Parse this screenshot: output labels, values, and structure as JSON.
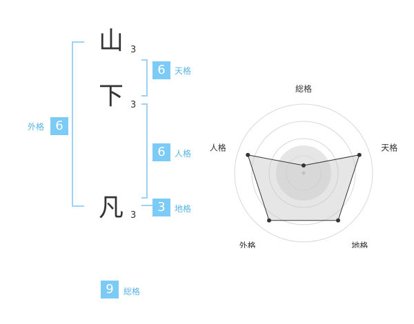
{
  "name": {
    "chars": [
      {
        "char": "山",
        "strokes": "3"
      },
      {
        "char": "下",
        "strokes": "3"
      },
      {
        "char": "凡",
        "strokes": "3"
      }
    ]
  },
  "kaku": {
    "tenkaku": {
      "value": "6",
      "label": "天格"
    },
    "jinkaku": {
      "value": "6",
      "label": "人格"
    },
    "chikaku": {
      "value": "3",
      "label": "地格"
    },
    "gaikaku": {
      "value": "6",
      "label": "外格"
    },
    "soukaku": {
      "value": "9",
      "label": "総格"
    }
  },
  "colors": {
    "accent": "#7ccaf6",
    "label": "#59b4e6",
    "bracket": "#9ed2f5",
    "text": "#333333"
  },
  "chart_data": {
    "type": "radar",
    "axes": [
      "総格",
      "天格",
      "地格",
      "外格",
      "人格"
    ],
    "values": [
      0.11,
      0.85,
      0.85,
      0.85,
      0.85
    ],
    "max": 1,
    "rings": 4
  }
}
